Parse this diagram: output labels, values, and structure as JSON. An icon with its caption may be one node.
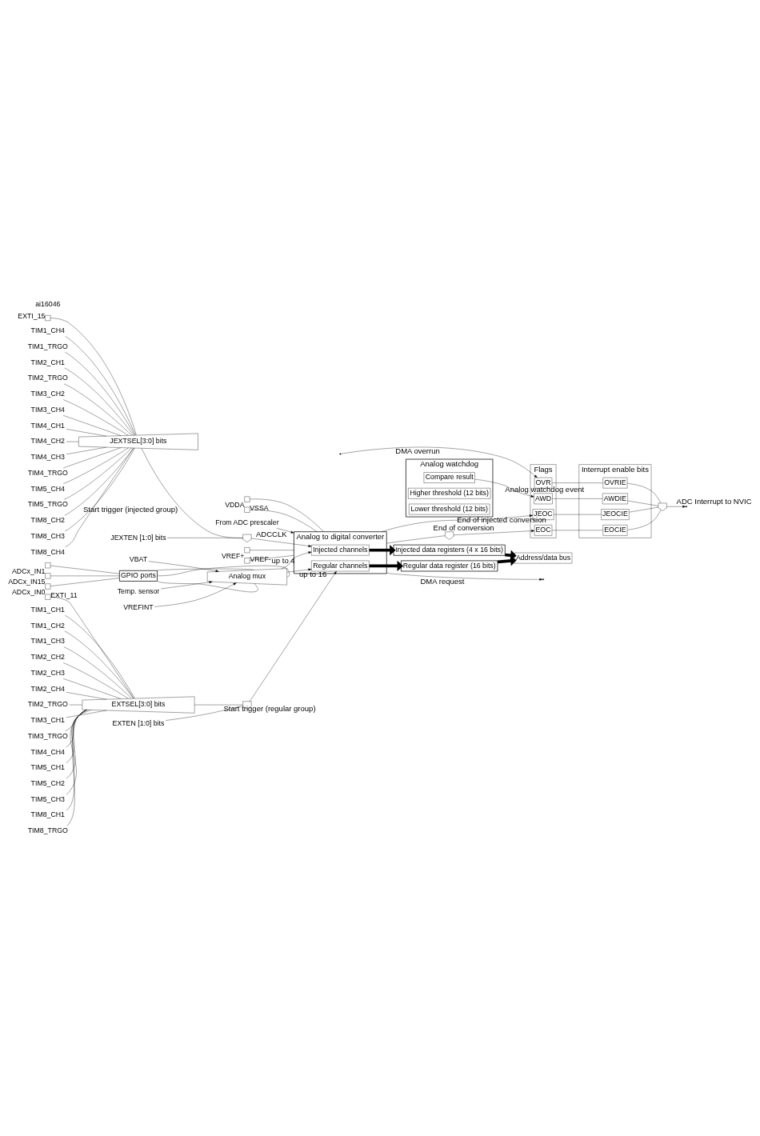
{
  "diagram": {
    "nodes": [
      {
        "text": [
          "Flags"
        ]
      },
      {
        "text": [
          "OVR"
        ],
        "in": 0
      },
      {
        "text": [
          "EOC"
        ],
        "in": 0
      },
      {
        "text": [
          "JEOC"
        ],
        "in": 0
      },
      {
        "text": [
          "AWD"
        ],
        "in": 0
      },
      {
        "text": [
          "Interrupt enable bits"
        ]
      },
      {
        "text": [
          "OVRIE"
        ],
        "in": 5
      },
      {
        "text": [
          "EOCIE"
        ],
        "in": 5
      },
      {
        "text": [
          "JEOCIE"
        ],
        "in": 5
      },
      {
        "text": [
          "AWDIE"
        ],
        "in": 5
      },
      {
        "text": [],
        "shape": "gate"
      },
      {
        "text": [
          "Analog watchdog"
        ]
      },
      {
        "text": [
          "Compare result"
        ],
        "in": 11
      },
      {
        "text": [
          "Higher threshold (12 bits)"
        ],
        "in": 11
      },
      {
        "text": [
          "Lower threshold (12 bits)"
        ],
        "in": 11
      },
      {
        "text": [],
        "shape": "gate"
      },
      {
        "text": [
          "Injected data registers (4 x 16 bits)"
        ]
      },
      {
        "text": [
          "Regular data register (16 bits)"
        ]
      },
      {
        "text": [
          "Address/data bus"
        ]
      },
      {
        "text": [],
        "shape": "box",
        "beside": [
          "VREF+"
        ]
      },
      {
        "text": [],
        "shape": "box",
        "beside": [
          "VREF-"
        ]
      },
      {
        "text": [],
        "shape": "box",
        "beside": [
          "VDDA"
        ]
      },
      {
        "text": [],
        "shape": "box",
        "beside": [
          "VSSA"
        ]
      },
      {
        "text": [],
        "shape": "box",
        "beside": [
          "ADCx_IN0"
        ]
      },
      {
        "text": [],
        "shape": "box",
        "beside": [
          "ADCx_IN1"
        ]
      },
      {
        "text": [],
        "shape": "box",
        "beside": [
          "ADCx_IN15"
        ]
      },
      {
        "text": [
          "GPIO ports"
        ]
      },
      {
        "text": [
          "Analog mux"
        ]
      },
      {
        "text": [
          "Temp. sensor"
        ]
      },
      {
        "text": [
          "VREFINT"
        ]
      },
      {
        "text": [
          "VBAT"
        ]
      },
      {
        "text": [
          "Analog to digital converter"
        ]
      },
      {
        "text": [
          "Injected channels"
        ],
        "in": 31
      },
      {
        "text": [
          "Regular channels"
        ],
        "in": 31
      },
      {
        "text": [
          "From ADC prescaler"
        ]
      },
      {
        "text": [
          "JEXTSEL[3:0] bits"
        ]
      },
      {
        "text": [],
        "shape": "gate"
      },
      {
        "text": [
          "JEXTEN [1:0] bits"
        ]
      },
      {
        "text": [
          "EXTSEL[3:0] bits"
        ]
      },
      {
        "text": [],
        "shape": "gate"
      },
      {
        "text": [
          "EXTEN [1:0] bits"
        ]
      },
      {
        "text": [
          "TIM1_CH4"
        ]
      },
      {
        "text": [
          "TIM1_TRGO"
        ]
      },
      {
        "text": [
          "TIM2_CH1"
        ]
      },
      {
        "text": [
          "TIM2_TRGO"
        ]
      },
      {
        "text": [
          "TIM3_CH2"
        ]
      },
      {
        "text": [
          "TIM3_CH4"
        ]
      },
      {
        "text": [
          "TIM4_CH1"
        ]
      },
      {
        "text": [
          "TIM4_CH2"
        ]
      },
      {
        "text": [
          "TIM4_CH3"
        ]
      },
      {
        "text": [
          "TIM4_TRGO"
        ]
      },
      {
        "text": [
          "TIM5_CH4"
        ]
      },
      {
        "text": [
          "TIM5_TRGO"
        ]
      },
      {
        "text": [
          "TIM8_CH2"
        ]
      },
      {
        "text": [
          "TIM8_CH3"
        ]
      },
      {
        "text": [
          "TIM8_CH4"
        ]
      },
      {
        "text": [
          "TIM1_CH1"
        ]
      },
      {
        "text": [
          "TIM1_CH2"
        ]
      },
      {
        "text": [
          "TIM1_CH3"
        ]
      },
      {
        "text": [
          "TIM2_CH2"
        ]
      },
      {
        "text": [
          "TIM2_CH3"
        ]
      },
      {
        "text": [
          "TIM2_CH4"
        ]
      },
      {
        "text": [
          "TIM2_TRGO"
        ]
      },
      {
        "text": [
          "TIM3_CH1"
        ]
      },
      {
        "text": [
          "TIM3_TRGO"
        ]
      },
      {
        "text": [
          "TIM4_CH4"
        ]
      },
      {
        "text": [
          "TIM5_CH1"
        ]
      },
      {
        "text": [
          "TIM5_CH2"
        ]
      },
      {
        "text": [
          "TIM5_CH3"
        ]
      },
      {
        "text": [
          "TIM8_CH1"
        ]
      },
      {
        "text": [
          "TIM8_TRGO"
        ]
      },
      {
        "text": [],
        "shape": "box",
        "beside": [
          "EXTI_15"
        ]
      },
      {
        "text": [],
        "shape": "box",
        "beside": [
          "EXTI_11"
        ]
      }
    ],
    "edges": [
      {
        "from": null,
        "to": 1,
        "arrow": "to",
        "label": "DMA overrun"
      },
      {
        "from": 15,
        "to": 2,
        "arrow": "to",
        "label": "End of conversion"
      },
      {
        "from": 31,
        "to": 3,
        "arrow": "to",
        "label": "End of injected conversion"
      },
      {
        "from": 12,
        "to": 4,
        "arrow": "to",
        "label": "Analog watchdog event"
      },
      {
        "from": 1,
        "to": 6,
        "arrow": "none"
      },
      {
        "from": 2,
        "to": 7,
        "arrow": "none"
      },
      {
        "from": 3,
        "to": 8,
        "arrow": "none"
      },
      {
        "from": 4,
        "to": 9,
        "arrow": "none"
      },
      {
        "from": 6,
        "to": 10,
        "arrow": "none"
      },
      {
        "from": 7,
        "to": 10,
        "arrow": "none"
      },
      {
        "from": 8,
        "to": 10,
        "arrow": "none"
      },
      {
        "from": 9,
        "to": 10,
        "arrow": "none"
      },
      {
        "from": 10,
        "to": null,
        "arrow": "to",
        "label": "ADC Interrupt to NVIC"
      },
      {
        "from": 31,
        "to": 15,
        "arrow": "none"
      },
      {
        "from": 32,
        "to": 16,
        "arrow": "to",
        "style": "thick"
      },
      {
        "from": 33,
        "to": 17,
        "arrow": "to",
        "style": "thick"
      },
      {
        "from": 16,
        "to": 18,
        "arrow": "to",
        "style": "thick"
      },
      {
        "from": 17,
        "to": 18,
        "arrow": "to",
        "style": "thick"
      },
      {
        "from": 31,
        "to": null,
        "arrow": "to",
        "label": "DMA request"
      },
      {
        "from": 34,
        "to": 31,
        "arrow": "to",
        "label": "ADCCLK"
      },
      {
        "from": 19,
        "to": 31,
        "arrow": "none"
      },
      {
        "from": 20,
        "to": 31,
        "arrow": "none"
      },
      {
        "from": 21,
        "to": 31,
        "arrow": "none"
      },
      {
        "from": 22,
        "to": 31,
        "arrow": "none"
      },
      {
        "from": 23,
        "to": 26,
        "arrow": "none"
      },
      {
        "from": 24,
        "to": 26,
        "arrow": "none"
      },
      {
        "from": 25,
        "to": 26,
        "arrow": "none"
      },
      {
        "from": 26,
        "to": 27,
        "arrow": "none"
      },
      {
        "from": 26,
        "to": 27,
        "arrow": "none"
      },
      {
        "from": 26,
        "to": 27,
        "arrow": "none"
      },
      {
        "from": 28,
        "to": 27,
        "arrow": "to"
      },
      {
        "from": 29,
        "to": 27,
        "arrow": "to"
      },
      {
        "from": 30,
        "to": 27,
        "arrow": "to"
      },
      {
        "from": 27,
        "to": 32,
        "arrow": "to",
        "label": "up to 4"
      },
      {
        "from": 27,
        "to": 33,
        "arrow": "to",
        "label": "up to 16"
      },
      {
        "from": 35,
        "to": 36,
        "arrow": "none",
        "label": "Start trigger (injected group)"
      },
      {
        "from": 37,
        "to": 36,
        "arrow": "none"
      },
      {
        "from": 36,
        "to": 32,
        "arrow": "to"
      },
      {
        "from": 38,
        "to": 39,
        "arrow": "none",
        "label": "Start trigger (regular group)"
      },
      {
        "from": 40,
        "to": 39,
        "arrow": "none"
      },
      {
        "from": 39,
        "to": 33,
        "arrow": "to"
      },
      {
        "from": 41,
        "to": 35,
        "arrow": "none"
      },
      {
        "from": 42,
        "to": 35,
        "arrow": "none"
      },
      {
        "from": 43,
        "to": 35,
        "arrow": "none"
      },
      {
        "from": 44,
        "to": 35,
        "arrow": "none"
      },
      {
        "from": 45,
        "to": 35,
        "arrow": "none"
      },
      {
        "from": 46,
        "to": 35,
        "arrow": "none"
      },
      {
        "from": 47,
        "to": 35,
        "arrow": "none"
      },
      {
        "from": 48,
        "to": 35,
        "arrow": "none"
      },
      {
        "from": 49,
        "to": 35,
        "arrow": "none"
      },
      {
        "from": 50,
        "to": 35,
        "arrow": "none"
      },
      {
        "from": 51,
        "to": 35,
        "arrow": "none"
      },
      {
        "from": 52,
        "to": 35,
        "arrow": "none"
      },
      {
        "from": 53,
        "to": 35,
        "arrow": "none"
      },
      {
        "from": 54,
        "to": 35,
        "arrow": "none"
      },
      {
        "from": 55,
        "to": 35,
        "arrow": "none"
      },
      {
        "from": 56,
        "to": 38,
        "arrow": "none"
      },
      {
        "from": 57,
        "to": 38,
        "arrow": "none"
      },
      {
        "from": 58,
        "to": 38,
        "arrow": "none"
      },
      {
        "from": 59,
        "to": 38,
        "arrow": "none"
      },
      {
        "from": 60,
        "to": 38,
        "arrow": "none"
      },
      {
        "from": 61,
        "to": 38,
        "arrow": "none"
      },
      {
        "from": 62,
        "to": 38,
        "arrow": "none"
      },
      {
        "from": 63,
        "to": 38,
        "arrow": "none"
      },
      {
        "from": 64,
        "to": 38,
        "arrow": "none"
      },
      {
        "from": 65,
        "to": 38,
        "arrow": "none"
      },
      {
        "from": 66,
        "to": 38,
        "arrow": "none"
      },
      {
        "from": 67,
        "to": 38,
        "arrow": "none"
      },
      {
        "from": 68,
        "to": 38,
        "arrow": "none"
      },
      {
        "from": 69,
        "to": 38,
        "arrow": "none"
      },
      {
        "from": 70,
        "to": 38,
        "arrow": "none"
      },
      {
        "from": 71,
        "to": 35,
        "arrow": "none"
      },
      {
        "from": 72,
        "to": 38,
        "arrow": "none"
      }
    ],
    "labels": [
      "ai16046"
    ]
  }
}
